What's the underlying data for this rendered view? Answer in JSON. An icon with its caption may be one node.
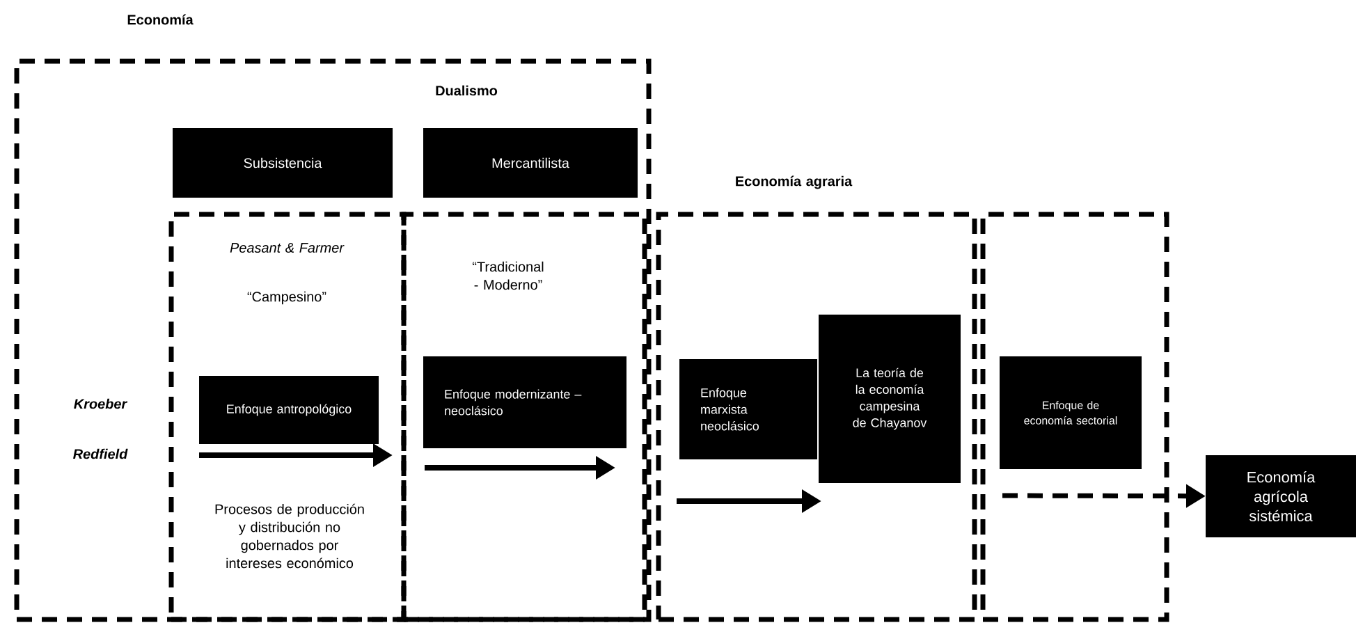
{
  "diagram": {
    "nodes": [
      {
        "text": [
          "Economía"
        ]
      },
      {
        "text": [
          "Subsistencia"
        ],
        "in": 0
      },
      {
        "text": [
          "Mercantilista"
        ],
        "in": 0
      },
      {
        "text": [
          "Peasant & Farmer",
          "“Campesino”",
          "Procesos de producción y distribución no gobernados por intereses económico"
        ],
        "in": 0
      },
      {
        "text": [
          "“Tradicional - Moderno”"
        ],
        "in": 0
      },
      {
        "text": [
          "Enfoque antropológico"
        ],
        "in": 3
      },
      {
        "text": [
          "Enfoque modernizante – neoclásico"
        ],
        "in": 4
      },
      {
        "text": [
          "Economía agraria"
        ]
      },
      {
        "text": [
          "Enfoque marxista neoclásico"
        ],
        "in": 7
      },
      {
        "text": [
          "La teoría de la economía campesina de Chayanov"
        ],
        "in": 7
      },
      {
        "text": [],
        "shape": "box"
      },
      {
        "text": [
          "Enfoque de economía sectorial"
        ],
        "in": 10
      },
      {
        "text": [
          "Economía agrícola sistémica"
        ]
      }
    ],
    "edges": [
      {
        "from": null,
        "to": 12,
        "arrow": "to",
        "style": "dashed"
      }
    ],
    "labels": [
      "Dualismo",
      "Kroeber",
      "Redfield"
    ]
  }
}
